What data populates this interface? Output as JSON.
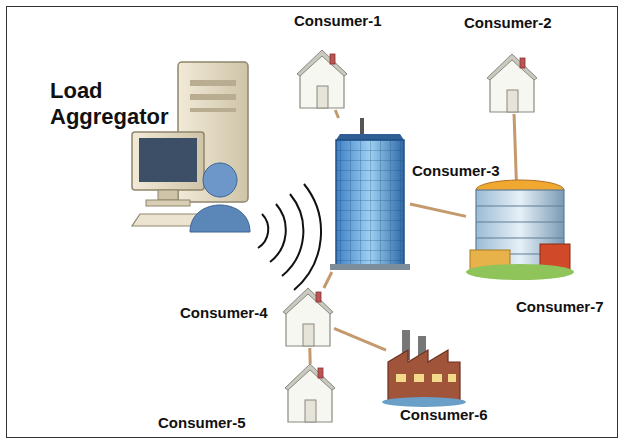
{
  "diagram": {
    "nodes": [
      {
        "text": [
          "Load Aggregator"
        ]
      },
      {
        "text": [
          "Consumer-1"
        ]
      },
      {
        "text": [
          "Consumer-2"
        ]
      },
      {
        "text": [
          "Consumer-3"
        ]
      },
      {
        "text": [
          "Consumer-4"
        ]
      },
      {
        "text": [
          "Consumer-5"
        ]
      },
      {
        "text": [
          "Consumer-6"
        ]
      },
      {
        "text": [
          "Consumer-7"
        ]
      }
    ],
    "edges": [
      {
        "from": 1,
        "to": 3,
        "arrow": "none"
      },
      {
        "from": 2,
        "to": 7,
        "arrow": "none"
      },
      {
        "from": 3,
        "to": 7,
        "arrow": "none"
      },
      {
        "from": 3,
        "to": 4,
        "arrow": "none"
      },
      {
        "from": 4,
        "to": 5,
        "arrow": "none"
      },
      {
        "from": 4,
        "to": 6,
        "arrow": "none"
      }
    ]
  }
}
